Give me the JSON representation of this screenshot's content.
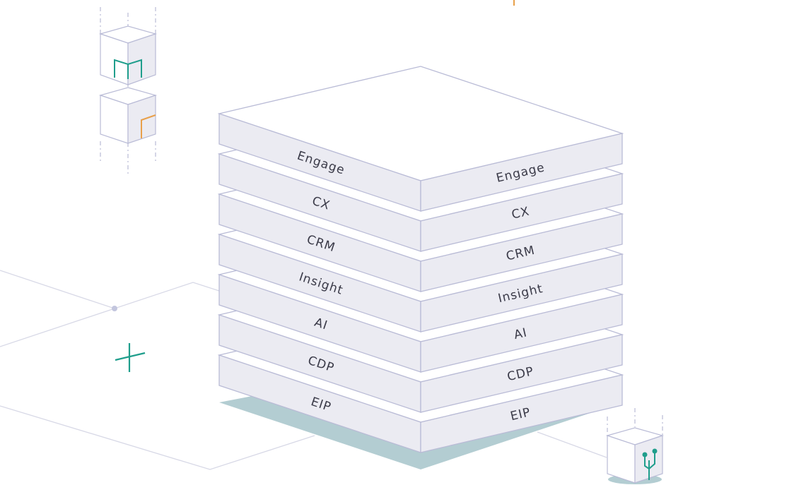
{
  "stack": {
    "layers": [
      {
        "id": "engage",
        "label": "Engage"
      },
      {
        "id": "cx",
        "label": "CX"
      },
      {
        "id": "crm",
        "label": "CRM"
      },
      {
        "id": "insight",
        "label": "Insight"
      },
      {
        "id": "ai",
        "label": "AI"
      },
      {
        "id": "cdp",
        "label": "CDP"
      },
      {
        "id": "eip",
        "label": "EIP"
      }
    ]
  },
  "colors": {
    "outline": "#b9bbd6",
    "slab_top": "#ffffff",
    "slab_side": "#ebebf2",
    "base_shadow": "#b3cdd2",
    "accent_teal": "#1f9e8c",
    "accent_orange": "#e8a04a",
    "guide_line": "#d7d8e6",
    "label_text": "#3a3a48"
  },
  "icons": [
    "cube-teal-bracket-icon",
    "cube-orange-corner-icon",
    "cube-circuit-icon",
    "plus-icon"
  ]
}
